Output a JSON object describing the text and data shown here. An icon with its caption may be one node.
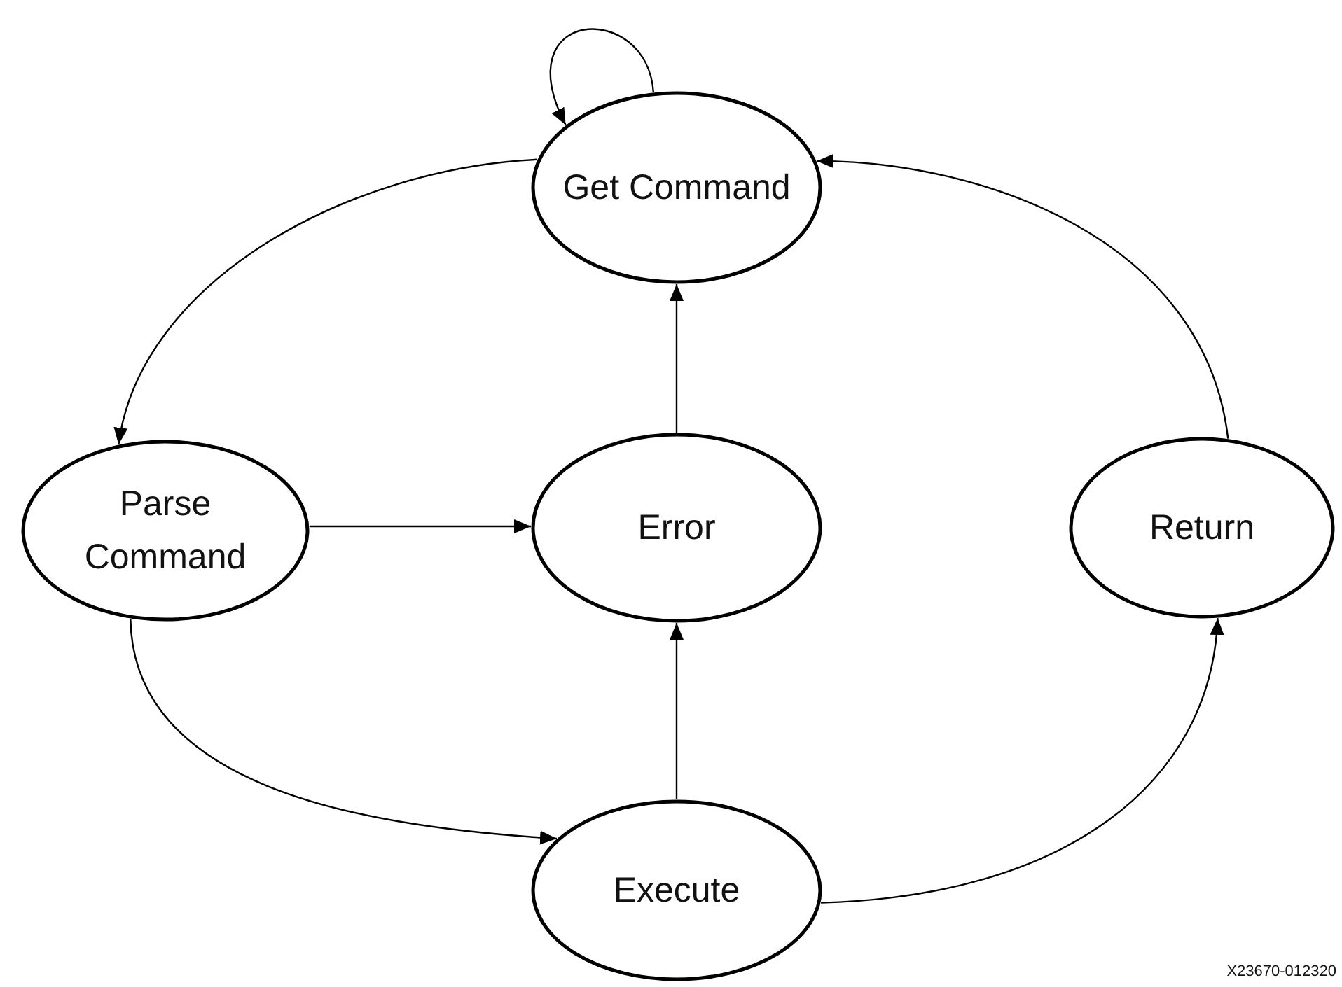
{
  "diagram": {
    "nodes": [
      {
        "text": [
          "Get Command"
        ]
      },
      {
        "text": [
          "Parse Command"
        ]
      },
      {
        "text": [
          "Error"
        ]
      },
      {
        "text": [
          "Return"
        ]
      },
      {
        "text": [
          "Execute"
        ]
      }
    ],
    "edges": [
      {
        "from": 0,
        "to": 0,
        "arrow": "to"
      },
      {
        "from": 0,
        "to": 1,
        "arrow": "to"
      },
      {
        "from": 1,
        "to": 2,
        "arrow": "to"
      },
      {
        "from": 1,
        "to": 4,
        "arrow": "to"
      },
      {
        "from": 4,
        "to": 2,
        "arrow": "to"
      },
      {
        "from": 2,
        "to": 0,
        "arrow": "to"
      },
      {
        "from": 4,
        "to": 3,
        "arrow": "to"
      },
      {
        "from": 3,
        "to": 0,
        "arrow": "to"
      }
    ],
    "labels": [
      "X23670-012320"
    ]
  }
}
